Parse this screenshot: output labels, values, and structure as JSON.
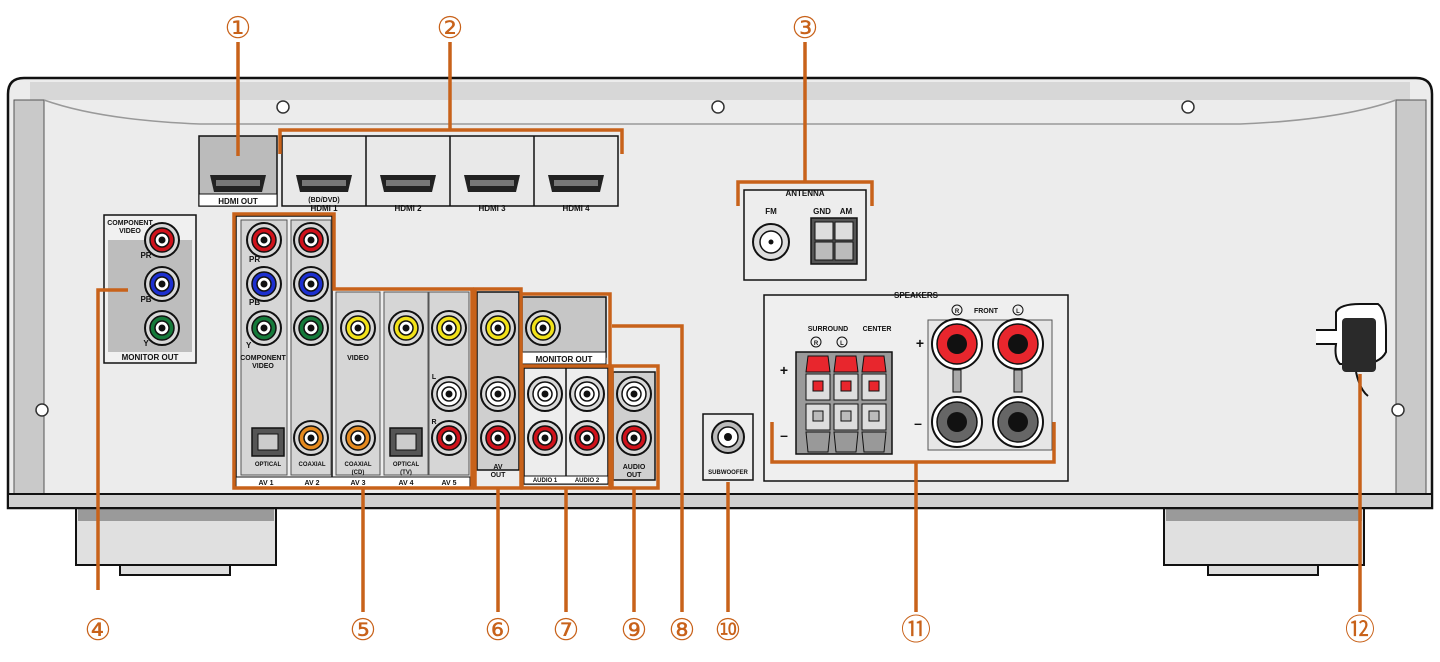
{
  "callouts": [
    "①",
    "②",
    "③",
    "④",
    "⑤",
    "⑥",
    "⑦",
    "⑧",
    "⑨",
    "⑩",
    "⑪",
    "⑫"
  ],
  "labels": {
    "hdmi_out": "HDMI OUT",
    "hdmi1_sub": "(BD/DVD)",
    "hdmi1": "HDMI 1",
    "hdmi2": "HDMI 2",
    "hdmi3": "HDMI 3",
    "hdmi4": "HDMI 4",
    "antenna": "ANTENNA",
    "fm": "FM",
    "gnd": "GND",
    "am": "AM",
    "component_video_1": "COMPONENT",
    "component_video_2": "VIDEO",
    "pr": "PR",
    "pb": "PB",
    "y": "Y",
    "monitor_out": "MONITOR OUT",
    "video": "VIDEO",
    "optical": "OPTICAL",
    "coaxial": "COAXIAL",
    "cd": "(CD)",
    "tv": "(TV)",
    "av1": "AV 1",
    "av2": "AV 2",
    "av3": "AV 3",
    "av4": "AV 4",
    "av5": "AV 5",
    "av_out_1": "AV",
    "av_out_2": "OUT",
    "audio1": "AUDIO 1",
    "audio2": "AUDIO 2",
    "audio_out_1": "AUDIO",
    "audio_out_2": "OUT",
    "subwoofer": "SUBWOOFER",
    "speakers": "SPEAKERS",
    "surround": "SURROUND",
    "center": "CENTER",
    "front": "FRONT",
    "r": "R",
    "l": "L",
    "plus": "+",
    "minus": "–"
  },
  "colors": {
    "accent": "#c8621a",
    "panel": "#e6e6e6",
    "inset": "#b9b9b9",
    "red_jack": "#d0121b",
    "blue_jack": "#1c2fd0",
    "green_jack": "#157a3a",
    "yellow_jack": "#f2e21a",
    "orange_jack": "#e58a1f",
    "white_jack": "#ffffff",
    "speaker_red": "#e8262d"
  }
}
